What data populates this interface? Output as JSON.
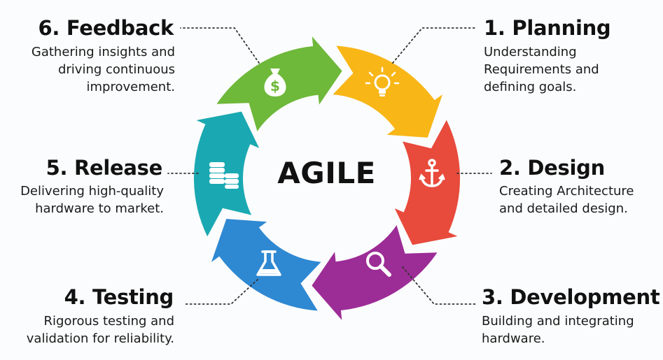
{
  "center_label": "AGILE",
  "colors": {
    "planning": "#f8b617",
    "design": "#e84a3c",
    "development": "#9c2c96",
    "testing": "#2f88d2",
    "release": "#1aa9b2",
    "feedback": "#6eb83a",
    "connector": "#333333"
  },
  "steps": [
    {
      "title": "1. Planning",
      "desc": [
        "Understanding",
        "Requirements and",
        "defining goals."
      ],
      "icon": "lightbulb-icon"
    },
    {
      "title": "2. Design",
      "desc": [
        "Creating Architecture",
        "and detailed design."
      ],
      "icon": "anchor-icon"
    },
    {
      "title": "3. Development",
      "desc": [
        "Building and integrating",
        "hardware."
      ],
      "icon": "magnifier-icon"
    },
    {
      "title": "4. Testing",
      "desc": [
        "Rigorous testing and",
        "validation for reliability."
      ],
      "icon": "flask-icon"
    },
    {
      "title": "5. Release",
      "desc": [
        "Delivering high-quality",
        "hardware to market."
      ],
      "icon": "coins-icon"
    },
    {
      "title": "6. Feedback",
      "desc": [
        "Gathering insights and",
        "driving continuous",
        "improvement."
      ],
      "icon": "money-bag-icon"
    }
  ]
}
